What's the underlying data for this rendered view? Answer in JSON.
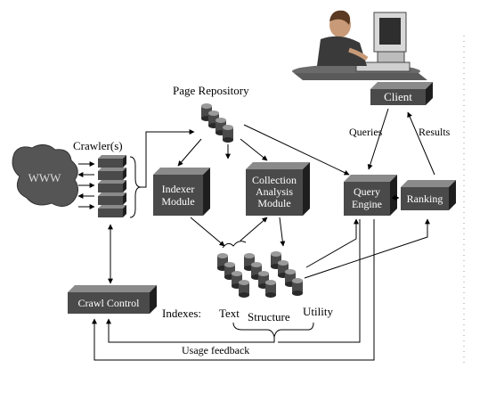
{
  "diagram": {
    "nodes": {
      "www": "WWW",
      "crawlers": "Crawler(s)",
      "page_repository": "Page  Repository",
      "indexer": [
        "Indexer",
        "Module"
      ],
      "collection": [
        "Collection",
        "Analysis",
        "Module"
      ],
      "query_engine": [
        "Query",
        "Engine"
      ],
      "ranking": "Ranking",
      "client": "Client",
      "crawl_control": "Crawl Control",
      "indexes": "Indexes:",
      "text": "Text",
      "structure": "Structure",
      "utility": "Utility"
    },
    "edge_labels": {
      "queries": "Queries",
      "results": "Results",
      "usage_feedback": "Usage feedback"
    },
    "icons": [
      "user-at-computer-icon",
      "database-cylinder-icon"
    ],
    "colors": {
      "box_front": "#4a4a4a",
      "box_top": "#8a8a8a",
      "box_side": "#1e1e1e",
      "www_cloud": "#555555",
      "line": "#000000"
    }
  }
}
